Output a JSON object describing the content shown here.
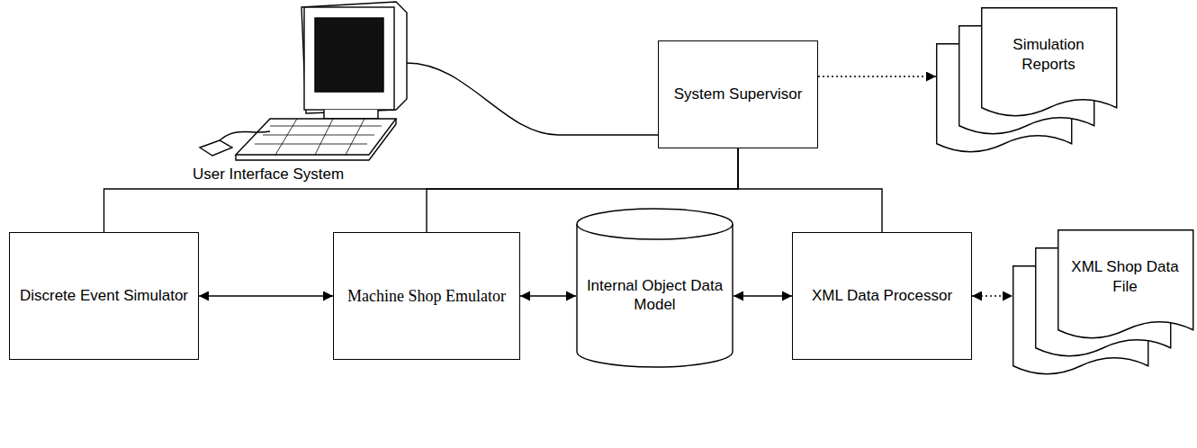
{
  "diagram": {
    "nodes": [
      {
        "text": [
          "System Supervisor"
        ]
      },
      {
        "text": [
          "Simulation Reports"
        ]
      },
      {
        "text": [
          "Discrete Event Simulator"
        ]
      },
      {
        "text": [
          "Machine Shop Emulator"
        ]
      },
      {
        "text": [
          "Internal Object Data Model"
        ]
      },
      {
        "text": [
          "XML Data Processor"
        ]
      },
      {
        "text": [
          "XML Shop Data File"
        ]
      }
    ],
    "edges": [
      {
        "from": 0,
        "to": 1,
        "arrow": "to"
      },
      {
        "from": 0,
        "to": 2,
        "arrow": "none"
      },
      {
        "from": 0,
        "to": 3,
        "arrow": "none"
      },
      {
        "from": 0,
        "to": 5,
        "arrow": "none"
      },
      {
        "from": 2,
        "to": 3,
        "arrow": "both"
      },
      {
        "from": 3,
        "to": 4,
        "arrow": "both"
      },
      {
        "from": 4,
        "to": 5,
        "arrow": "both"
      },
      {
        "from": 5,
        "to": 6,
        "arrow": "both"
      }
    ],
    "labels": [
      "User Interface System"
    ]
  }
}
